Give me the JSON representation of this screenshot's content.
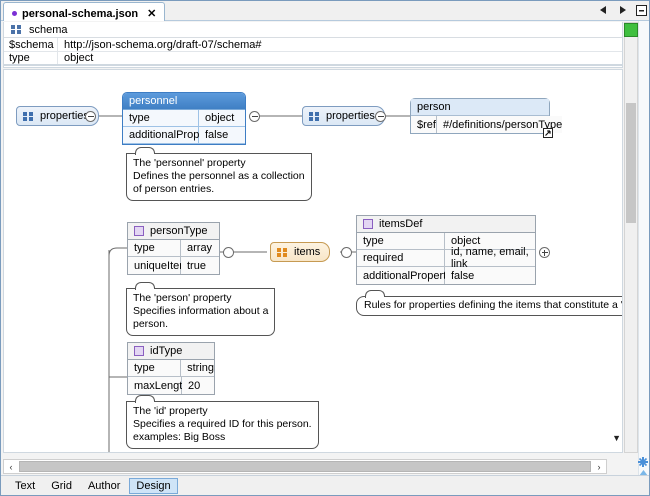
{
  "window": {
    "file_tab": {
      "label": "personal-schema.json",
      "close_label": "✕",
      "modified_dot": true
    },
    "tab_nav": [
      "prev-arrow",
      "next-arrow",
      "minimize-button"
    ]
  },
  "schema_header": {
    "title": "schema",
    "icon": "grid-icon",
    "rows": [
      {
        "key": "$schema",
        "value": "http://json-schema.org/draft-07/schema#"
      },
      {
        "key": "type",
        "value": "object"
      }
    ]
  },
  "diagram": {
    "nodes": [
      {
        "id": "properties-root",
        "type": "pill",
        "label": "properties",
        "icon": "properties-icon"
      },
      {
        "id": "personnel",
        "type": "box-selected",
        "title": "personnel",
        "rows": [
          {
            "key": "type",
            "value": "object"
          },
          {
            "key": "additionalProperties",
            "value": "false"
          }
        ]
      },
      {
        "id": "properties-2",
        "type": "pill",
        "label": "properties",
        "icon": "properties-icon"
      },
      {
        "id": "person",
        "type": "box-light",
        "title": "person",
        "rows": [
          {
            "key": "$ref",
            "value": "#/definitions/personType"
          }
        ]
      },
      {
        "id": "personType",
        "type": "box-plain",
        "title": "personType",
        "icon": "definition-icon",
        "rows": [
          {
            "key": "type",
            "value": "array"
          },
          {
            "key": "uniqueItems",
            "value": "true"
          }
        ]
      },
      {
        "id": "items",
        "type": "pill-orange",
        "label": "items",
        "icon": "items-icon"
      },
      {
        "id": "itemsDef",
        "type": "box-plain",
        "title": "itemsDef",
        "icon": "definition-icon",
        "rows": [
          {
            "key": "type",
            "value": "object"
          },
          {
            "key": "required",
            "value": "id, name, email, link"
          },
          {
            "key": "additionalProperties",
            "value": "false"
          }
        ]
      },
      {
        "id": "idType",
        "type": "box-plain",
        "title": "idType",
        "icon": "definition-icon",
        "rows": [
          {
            "key": "type",
            "value": "string"
          },
          {
            "key": "maxLength",
            "value": "20"
          }
        ]
      }
    ],
    "annotations": [
      {
        "id": "note-personnel",
        "lines": [
          "The 'personnel' property",
          "Defines the personnel as a collection",
          "of person entries."
        ]
      },
      {
        "id": "note-person",
        "lines": [
          "The 'person' property",
          "Specifies information about a",
          "person."
        ]
      },
      {
        "id": "note-itemsdef",
        "lines": [
          "Rules for properties defining the items that constitute a 'person'"
        ]
      },
      {
        "id": "note-id",
        "lines": [
          "The 'id' property",
          "Specifies a required ID for this person.",
          "examples: Big Boss"
        ]
      }
    ]
  },
  "bottom_tabs": {
    "items": [
      "Text",
      "Grid",
      "Author",
      "Design"
    ],
    "active": "Design"
  },
  "colors": {
    "selected_header": "#4a8ad0",
    "light_header": "#dce9f7",
    "items_accent": "#e08a1e",
    "definition_accent": "#8a5fc0",
    "green_indicator": "#3fbf3f",
    "active_tab_bg": "#cfe4f7"
  },
  "scrollbars": {
    "vertical": {
      "up_glyph": "▲",
      "position": "middle"
    },
    "horizontal": {
      "left_glyph": "‹",
      "right_glyph": "›"
    }
  },
  "rail": {
    "move_icon": "move-icon",
    "up_glyph": "▲",
    "down_glyph": "▼",
    "collapse_glyph": "▼"
  }
}
